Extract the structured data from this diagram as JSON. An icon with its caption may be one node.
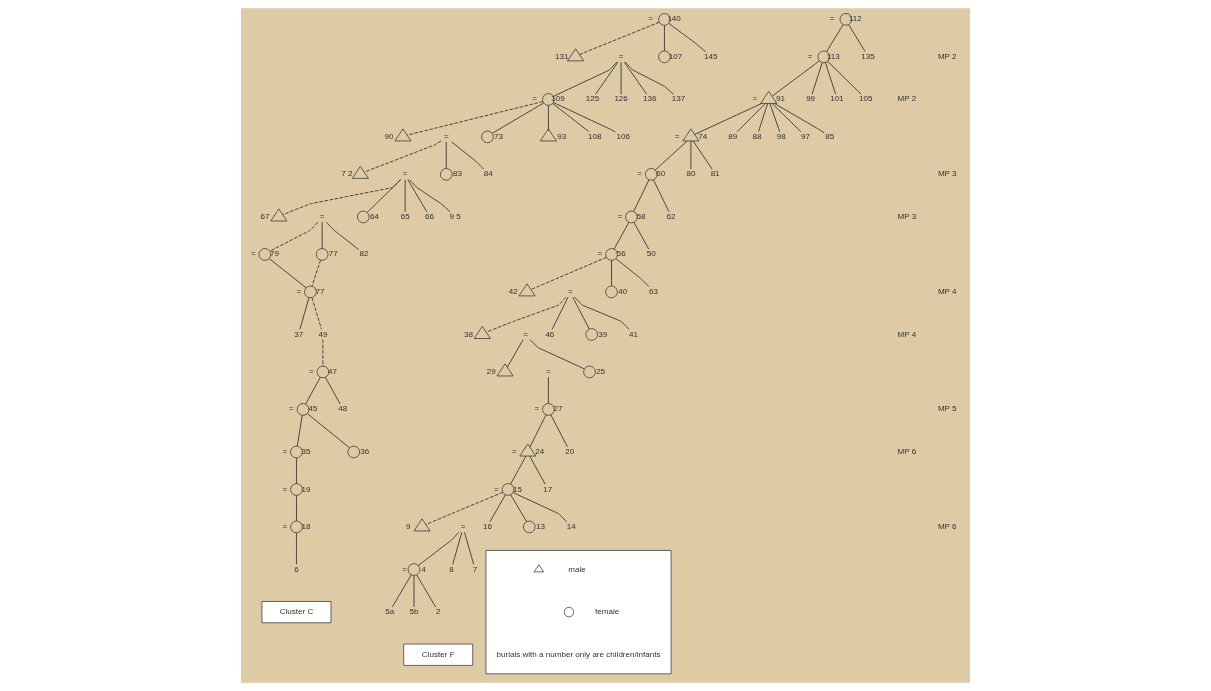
{
  "diagram": {
    "nodes": [
      {
        "text": [],
        "shape": "circle",
        "beside": [
          "=",
          "140"
        ]
      },
      {
        "text": [],
        "shape": "triangle",
        "beside": [
          "131"
        ]
      },
      {
        "text": [
          "="
        ]
      },
      {
        "text": [],
        "shape": "circle",
        "beside": [
          "107"
        ]
      },
      {
        "text": [
          "145"
        ]
      },
      {
        "text": [],
        "shape": "circle",
        "beside": [
          "=",
          "109"
        ]
      },
      {
        "text": [
          "125"
        ]
      },
      {
        "text": [
          "126"
        ]
      },
      {
        "text": [
          "136"
        ]
      },
      {
        "text": [
          "137"
        ]
      },
      {
        "text": [],
        "shape": "triangle",
        "beside": [
          "90"
        ]
      },
      {
        "text": [
          "="
        ]
      },
      {
        "text": [],
        "shape": "circle",
        "beside": [
          "73"
        ]
      },
      {
        "text": [],
        "shape": "triangle",
        "beside": [
          "93"
        ]
      },
      {
        "text": [
          "108"
        ]
      },
      {
        "text": [
          "106"
        ]
      },
      {
        "text": [],
        "shape": "triangle",
        "beside": [
          "7 2"
        ]
      },
      {
        "text": [
          "="
        ]
      },
      {
        "text": [],
        "shape": "circle",
        "beside": [
          "83"
        ]
      },
      {
        "text": [
          "84"
        ]
      },
      {
        "text": [],
        "shape": "triangle",
        "beside": [
          "67"
        ]
      },
      {
        "text": [
          "="
        ]
      },
      {
        "text": [],
        "shape": "circle",
        "beside": [
          "64"
        ]
      },
      {
        "text": [
          "65"
        ]
      },
      {
        "text": [
          "66"
        ]
      },
      {
        "text": [
          "9 5"
        ]
      },
      {
        "text": [],
        "shape": "circle",
        "beside": [
          "=",
          "79"
        ]
      },
      {
        "text": [],
        "shape": "circle",
        "beside": [
          "77"
        ]
      },
      {
        "text": [
          "82"
        ]
      },
      {
        "text": [],
        "shape": "circle",
        "beside": [
          "=",
          "77"
        ]
      },
      {
        "text": [
          "37"
        ]
      },
      {
        "text": [
          "49"
        ]
      },
      {
        "text": [],
        "shape": "circle",
        "beside": [
          "=",
          "47"
        ]
      },
      {
        "text": [],
        "shape": "circle",
        "beside": [
          "=",
          "45"
        ]
      },
      {
        "text": [
          "48"
        ]
      },
      {
        "text": [],
        "shape": "circle",
        "beside": [
          "=",
          "35"
        ]
      },
      {
        "text": [],
        "shape": "circle",
        "beside": [
          "36"
        ]
      },
      {
        "text": [],
        "shape": "circle",
        "beside": [
          "=",
          "19"
        ]
      },
      {
        "text": [],
        "shape": "circle",
        "beside": [
          "=",
          "18"
        ]
      },
      {
        "text": [
          "6"
        ]
      },
      {
        "text": [
          "Cluster C"
        ]
      },
      {
        "text": [],
        "shape": "circle",
        "beside": [
          "=",
          "112"
        ]
      },
      {
        "text": [],
        "shape": "circle",
        "beside": [
          "=",
          "113"
        ]
      },
      {
        "text": [
          "135"
        ]
      },
      {
        "text": [],
        "shape": "triangle",
        "beside": [
          "=",
          "91"
        ]
      },
      {
        "text": [
          "99"
        ]
      },
      {
        "text": [
          "101"
        ]
      },
      {
        "text": [
          "105"
        ]
      },
      {
        "text": [],
        "shape": "triangle",
        "beside": [
          "=",
          "74"
        ]
      },
      {
        "text": [
          "85"
        ]
      },
      {
        "text": [
          "88"
        ]
      },
      {
        "text": [
          "98"
        ]
      },
      {
        "text": [
          "97"
        ]
      },
      {
        "text": [
          "89"
        ]
      },
      {
        "text": [],
        "shape": "circle",
        "beside": [
          "=",
          "60"
        ]
      },
      {
        "text": [
          "80"
        ]
      },
      {
        "text": [
          "81"
        ]
      },
      {
        "text": [],
        "shape": "circle",
        "beside": [
          "=",
          "58"
        ]
      },
      {
        "text": [
          "62"
        ]
      },
      {
        "text": [],
        "shape": "circle",
        "beside": [
          "=",
          "56"
        ]
      },
      {
        "text": [
          "50"
        ]
      },
      {
        "text": [],
        "shape": "triangle",
        "beside": [
          "42"
        ]
      },
      {
        "text": [
          "="
        ]
      },
      {
        "text": [],
        "shape": "circle",
        "beside": [
          "40"
        ]
      },
      {
        "text": [
          "63"
        ]
      },
      {
        "text": [],
        "shape": "triangle",
        "beside": [
          "38"
        ]
      },
      {
        "text": [
          "="
        ]
      },
      {
        "text": [],
        "shape": "circle",
        "beside": [
          "39"
        ]
      },
      {
        "text": [
          "41"
        ]
      },
      {
        "text": [
          "46"
        ]
      },
      {
        "text": [],
        "shape": "triangle",
        "beside": [
          "29"
        ]
      },
      {
        "text": [
          "="
        ]
      },
      {
        "text": [],
        "shape": "circle",
        "beside": [
          "25"
        ]
      },
      {
        "text": [],
        "shape": "circle",
        "beside": [
          "=",
          "27"
        ]
      },
      {
        "text": [],
        "shape": "triangle",
        "beside": [
          "=",
          "24"
        ]
      },
      {
        "text": [
          "20"
        ]
      },
      {
        "text": [],
        "shape": "circle",
        "beside": [
          "=",
          "15"
        ]
      },
      {
        "text": [
          "17"
        ]
      },
      {
        "text": [],
        "shape": "triangle",
        "beside": [
          "9"
        ]
      },
      {
        "text": [
          "="
        ]
      },
      {
        "text": [],
        "shape": "circle",
        "beside": [
          "13"
        ]
      },
      {
        "text": [
          "14"
        ]
      },
      {
        "text": [
          "16"
        ]
      },
      {
        "text": [],
        "shape": "circle",
        "beside": [
          "=",
          "4"
        ]
      },
      {
        "text": [
          "8"
        ]
      },
      {
        "text": [
          "7"
        ]
      },
      {
        "text": [
          "5a"
        ]
      },
      {
        "text": [
          "5b"
        ]
      },
      {
        "text": [
          "2"
        ]
      },
      {
        "text": [
          "Cluster F"
        ]
      },
      {
        "text": [],
        "shape": "box"
      }
    ],
    "edges": [
      {
        "from": 0,
        "to": 1,
        "arrow": "none",
        "style": "dashed"
      },
      {
        "from": 0,
        "to": 3,
        "arrow": "none"
      },
      {
        "from": 0,
        "to": 4,
        "arrow": "none"
      },
      {
        "from": 2,
        "to": 5,
        "arrow": "none"
      },
      {
        "from": 2,
        "to": 6,
        "arrow": "none"
      },
      {
        "from": 2,
        "to": 7,
        "arrow": "none"
      },
      {
        "from": 2,
        "to": 8,
        "arrow": "none"
      },
      {
        "from": 2,
        "to": 9,
        "arrow": "none"
      },
      {
        "from": 5,
        "to": 10,
        "arrow": "none",
        "style": "dashed"
      },
      {
        "from": 5,
        "to": 12,
        "arrow": "none"
      },
      {
        "from": 5,
        "to": 13,
        "arrow": "none"
      },
      {
        "from": 5,
        "to": 14,
        "arrow": "none"
      },
      {
        "from": 5,
        "to": 15,
        "arrow": "none"
      },
      {
        "from": 11,
        "to": 16,
        "arrow": "none",
        "style": "dashed"
      },
      {
        "from": 11,
        "to": 18,
        "arrow": "none"
      },
      {
        "from": 11,
        "to": 19,
        "arrow": "none"
      },
      {
        "from": 17,
        "to": 20,
        "arrow": "none",
        "style": "dashed"
      },
      {
        "from": 17,
        "to": 22,
        "arrow": "none"
      },
      {
        "from": 17,
        "to": 23,
        "arrow": "none"
      },
      {
        "from": 17,
        "to": 24,
        "arrow": "none"
      },
      {
        "from": 17,
        "to": 25,
        "arrow": "none"
      },
      {
        "from": 21,
        "to": 26,
        "arrow": "none",
        "style": "dashed"
      },
      {
        "from": 21,
        "to": 27,
        "arrow": "none"
      },
      {
        "from": 21,
        "to": 28,
        "arrow": "none"
      },
      {
        "from": 26,
        "to": 29,
        "arrow": "none"
      },
      {
        "from": 27,
        "to": 29,
        "arrow": "none",
        "style": "dashed"
      },
      {
        "from": 29,
        "to": 30,
        "arrow": "none"
      },
      {
        "from": 29,
        "to": 31,
        "arrow": "none",
        "style": "dashed"
      },
      {
        "from": 31,
        "to": 32,
        "arrow": "none",
        "style": "dashed"
      },
      {
        "from": 32,
        "to": 33,
        "arrow": "none"
      },
      {
        "from": 32,
        "to": 34,
        "arrow": "none"
      },
      {
        "from": 33,
        "to": 35,
        "arrow": "none"
      },
      {
        "from": 33,
        "to": 36,
        "arrow": "none"
      },
      {
        "from": 35,
        "to": 37,
        "arrow": "none"
      },
      {
        "from": 37,
        "to": 38,
        "arrow": "none"
      },
      {
        "from": 38,
        "to": 39,
        "arrow": "none"
      },
      {
        "from": 41,
        "to": 42,
        "arrow": "none"
      },
      {
        "from": 41,
        "to": 43,
        "arrow": "none"
      },
      {
        "from": 42,
        "to": 44,
        "arrow": "none"
      },
      {
        "from": 42,
        "to": 45,
        "arrow": "none"
      },
      {
        "from": 42,
        "to": 46,
        "arrow": "none"
      },
      {
        "from": 42,
        "to": 47,
        "arrow": "none"
      },
      {
        "from": 44,
        "to": 48,
        "arrow": "none"
      },
      {
        "from": 44,
        "to": 49,
        "arrow": "none"
      },
      {
        "from": 44,
        "to": 50,
        "arrow": "none"
      },
      {
        "from": 44,
        "to": 51,
        "arrow": "none"
      },
      {
        "from": 44,
        "to": 52,
        "arrow": "none"
      },
      {
        "from": 44,
        "to": 53,
        "arrow": "none"
      },
      {
        "from": 48,
        "to": 54,
        "arrow": "none"
      },
      {
        "from": 48,
        "to": 55,
        "arrow": "none"
      },
      {
        "from": 48,
        "to": 56,
        "arrow": "none"
      },
      {
        "from": 54,
        "to": 57,
        "arrow": "none"
      },
      {
        "from": 54,
        "to": 58,
        "arrow": "none"
      },
      {
        "from": 57,
        "to": 59,
        "arrow": "none"
      },
      {
        "from": 57,
        "to": 60,
        "arrow": "none"
      },
      {
        "from": 59,
        "to": 61,
        "arrow": "none",
        "style": "dashed"
      },
      {
        "from": 59,
        "to": 63,
        "arrow": "none"
      },
      {
        "from": 59,
        "to": 64,
        "arrow": "none"
      },
      {
        "from": 62,
        "to": 65,
        "arrow": "none",
        "style": "dashed"
      },
      {
        "from": 62,
        "to": 67,
        "arrow": "none"
      },
      {
        "from": 62,
        "to": 68,
        "arrow": "none"
      },
      {
        "from": 62,
        "to": 69,
        "arrow": "none"
      },
      {
        "from": 66,
        "to": 70,
        "arrow": "none"
      },
      {
        "from": 66,
        "to": 72,
        "arrow": "none"
      },
      {
        "from": 71,
        "to": 73,
        "arrow": "none"
      },
      {
        "from": 73,
        "to": 74,
        "arrow": "none"
      },
      {
        "from": 73,
        "to": 75,
        "arrow": "none"
      },
      {
        "from": 74,
        "to": 76,
        "arrow": "none"
      },
      {
        "from": 74,
        "to": 77,
        "arrow": "none"
      },
      {
        "from": 76,
        "to": 78,
        "arrow": "none",
        "style": "dashed"
      },
      {
        "from": 76,
        "to": 80,
        "arrow": "none"
      },
      {
        "from": 76,
        "to": 81,
        "arrow": "none"
      },
      {
        "from": 76,
        "to": 82,
        "arrow": "none"
      },
      {
        "from": 79,
        "to": 83,
        "arrow": "none"
      },
      {
        "from": 79,
        "to": 84,
        "arrow": "none"
      },
      {
        "from": 79,
        "to": 85,
        "arrow": "none"
      },
      {
        "from": 83,
        "to": 86,
        "arrow": "none"
      },
      {
        "from": 83,
        "to": 87,
        "arrow": "none"
      },
      {
        "from": 83,
        "to": 88,
        "arrow": "none"
      }
    ],
    "labels": [
      "MP 2",
      "MP 2",
      "MP 3",
      "MP 3",
      "MP 4",
      "MP 4",
      "MP 5",
      "MP 6",
      "MP 6",
      "burials with a number only are children/infants"
    ],
    "legend": [
      {
        "text": "male"
      },
      {
        "text": "female"
      }
    ]
  }
}
